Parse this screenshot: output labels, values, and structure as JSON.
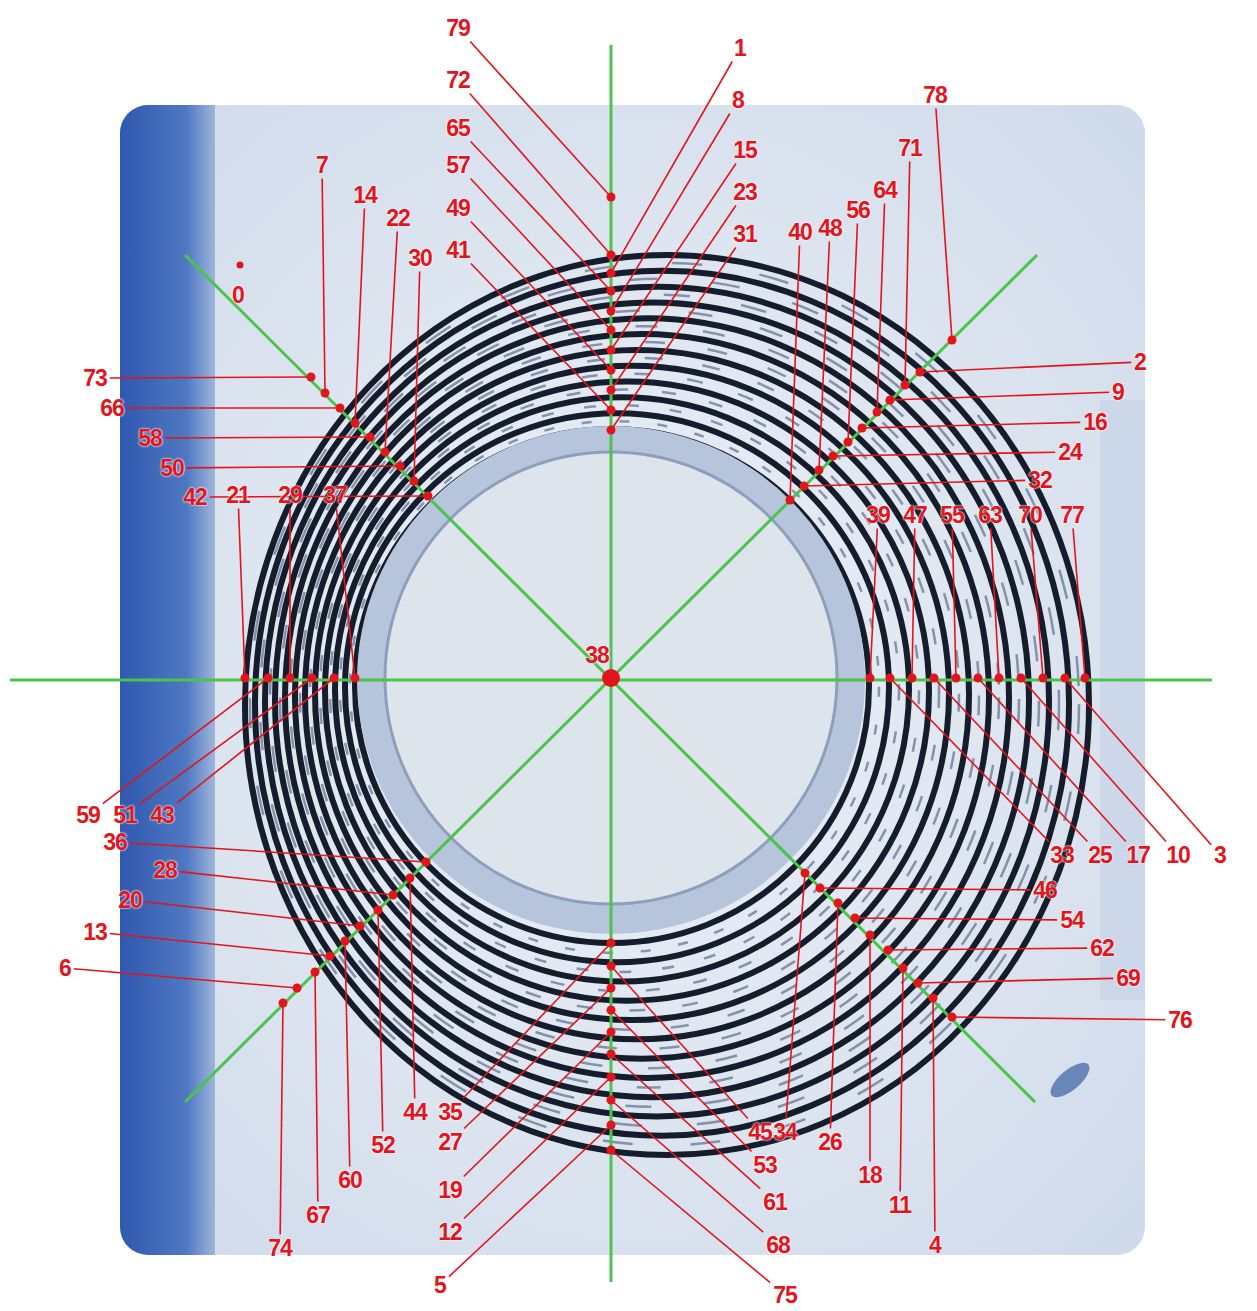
{
  "diagram": {
    "labels": [
      "79",
      "72",
      "65",
      "57",
      "49",
      "41",
      "1",
      "8",
      "15",
      "23",
      "31",
      "7",
      "14",
      "22",
      "30",
      "0",
      "73",
      "66",
      "58",
      "50",
      "42",
      "78",
      "71",
      "64",
      "56",
      "48",
      "40",
      "2",
      "9",
      "16",
      "24",
      "32",
      "39",
      "47",
      "55",
      "63",
      "70",
      "77",
      "21",
      "29",
      "37",
      "38",
      "59",
      "51",
      "43",
      "33",
      "25",
      "17",
      "10",
      "3",
      "36",
      "28",
      "20",
      "13",
      "6",
      "44",
      "52",
      "60",
      "67",
      "74",
      "35",
      "27",
      "19",
      "12",
      "5",
      "45",
      "53",
      "61",
      "68",
      "75",
      "46",
      "54",
      "62",
      "69",
      "76",
      "34",
      "26",
      "18",
      "11",
      "4"
    ]
  }
}
